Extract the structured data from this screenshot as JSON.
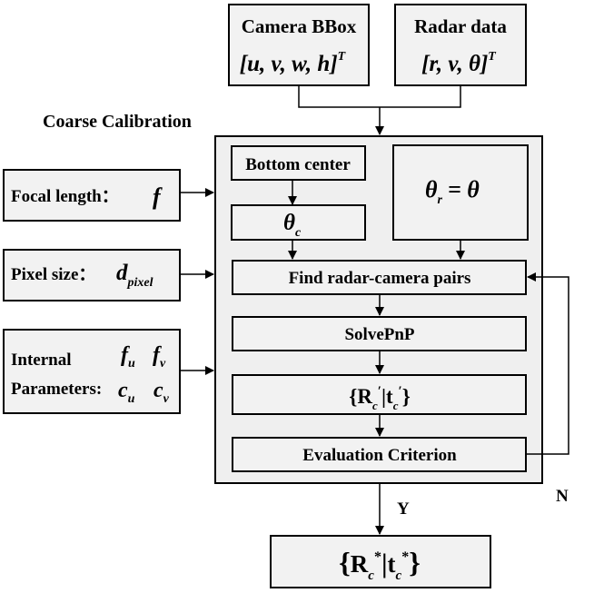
{
  "inputs": {
    "camera_bbox": {
      "title": "Camera BBox",
      "vector": "[u, v, w, h]",
      "superscript": "T"
    },
    "radar_data": {
      "title": "Radar data",
      "vector": "[r, v, θ]",
      "superscript": "T"
    }
  },
  "coarse_calibration": {
    "label": "Coarse Calibration"
  },
  "left_params": {
    "focal_length": {
      "label": "Focal length：",
      "symbol": "f"
    },
    "pixel_size": {
      "label": "Pixel size：",
      "symbol": "d",
      "subscript": "pixel"
    },
    "internal": {
      "label_line1": "Internal",
      "label_line2": "Parameters:",
      "fu": {
        "symbol": "f",
        "subscript": "u"
      },
      "fv": {
        "symbol": "f",
        "subscript": "v"
      },
      "cu": {
        "symbol": "c",
        "subscript": "u"
      },
      "cv": {
        "symbol": "c",
        "subscript": "v"
      }
    }
  },
  "steps": {
    "bottom_center": "Bottom center",
    "theta_c": {
      "symbol": "θ",
      "subscript": "c"
    },
    "theta_r": {
      "symbol": "θ",
      "subscript": "r",
      "rhs": "= θ"
    },
    "find_pairs": "Find radar-camera pairs",
    "solve_pnp": "SolvePnP",
    "rt_prime": {
      "open": "{",
      "R": "R",
      "R_sub": "c",
      "R_sup": "′",
      "sep": "|",
      "t": "t",
      "t_sub": "c",
      "t_sup": "′",
      "close": "}"
    },
    "evaluation": "Evaluation Criterion"
  },
  "feedback": {
    "no": "N",
    "yes": "Y"
  },
  "result": {
    "open": "{",
    "R": "R",
    "R_sub": "c",
    "R_sup": "*",
    "sep": "|",
    "t": "t",
    "t_sub": "c",
    "t_sup": "*",
    "close": "}"
  }
}
